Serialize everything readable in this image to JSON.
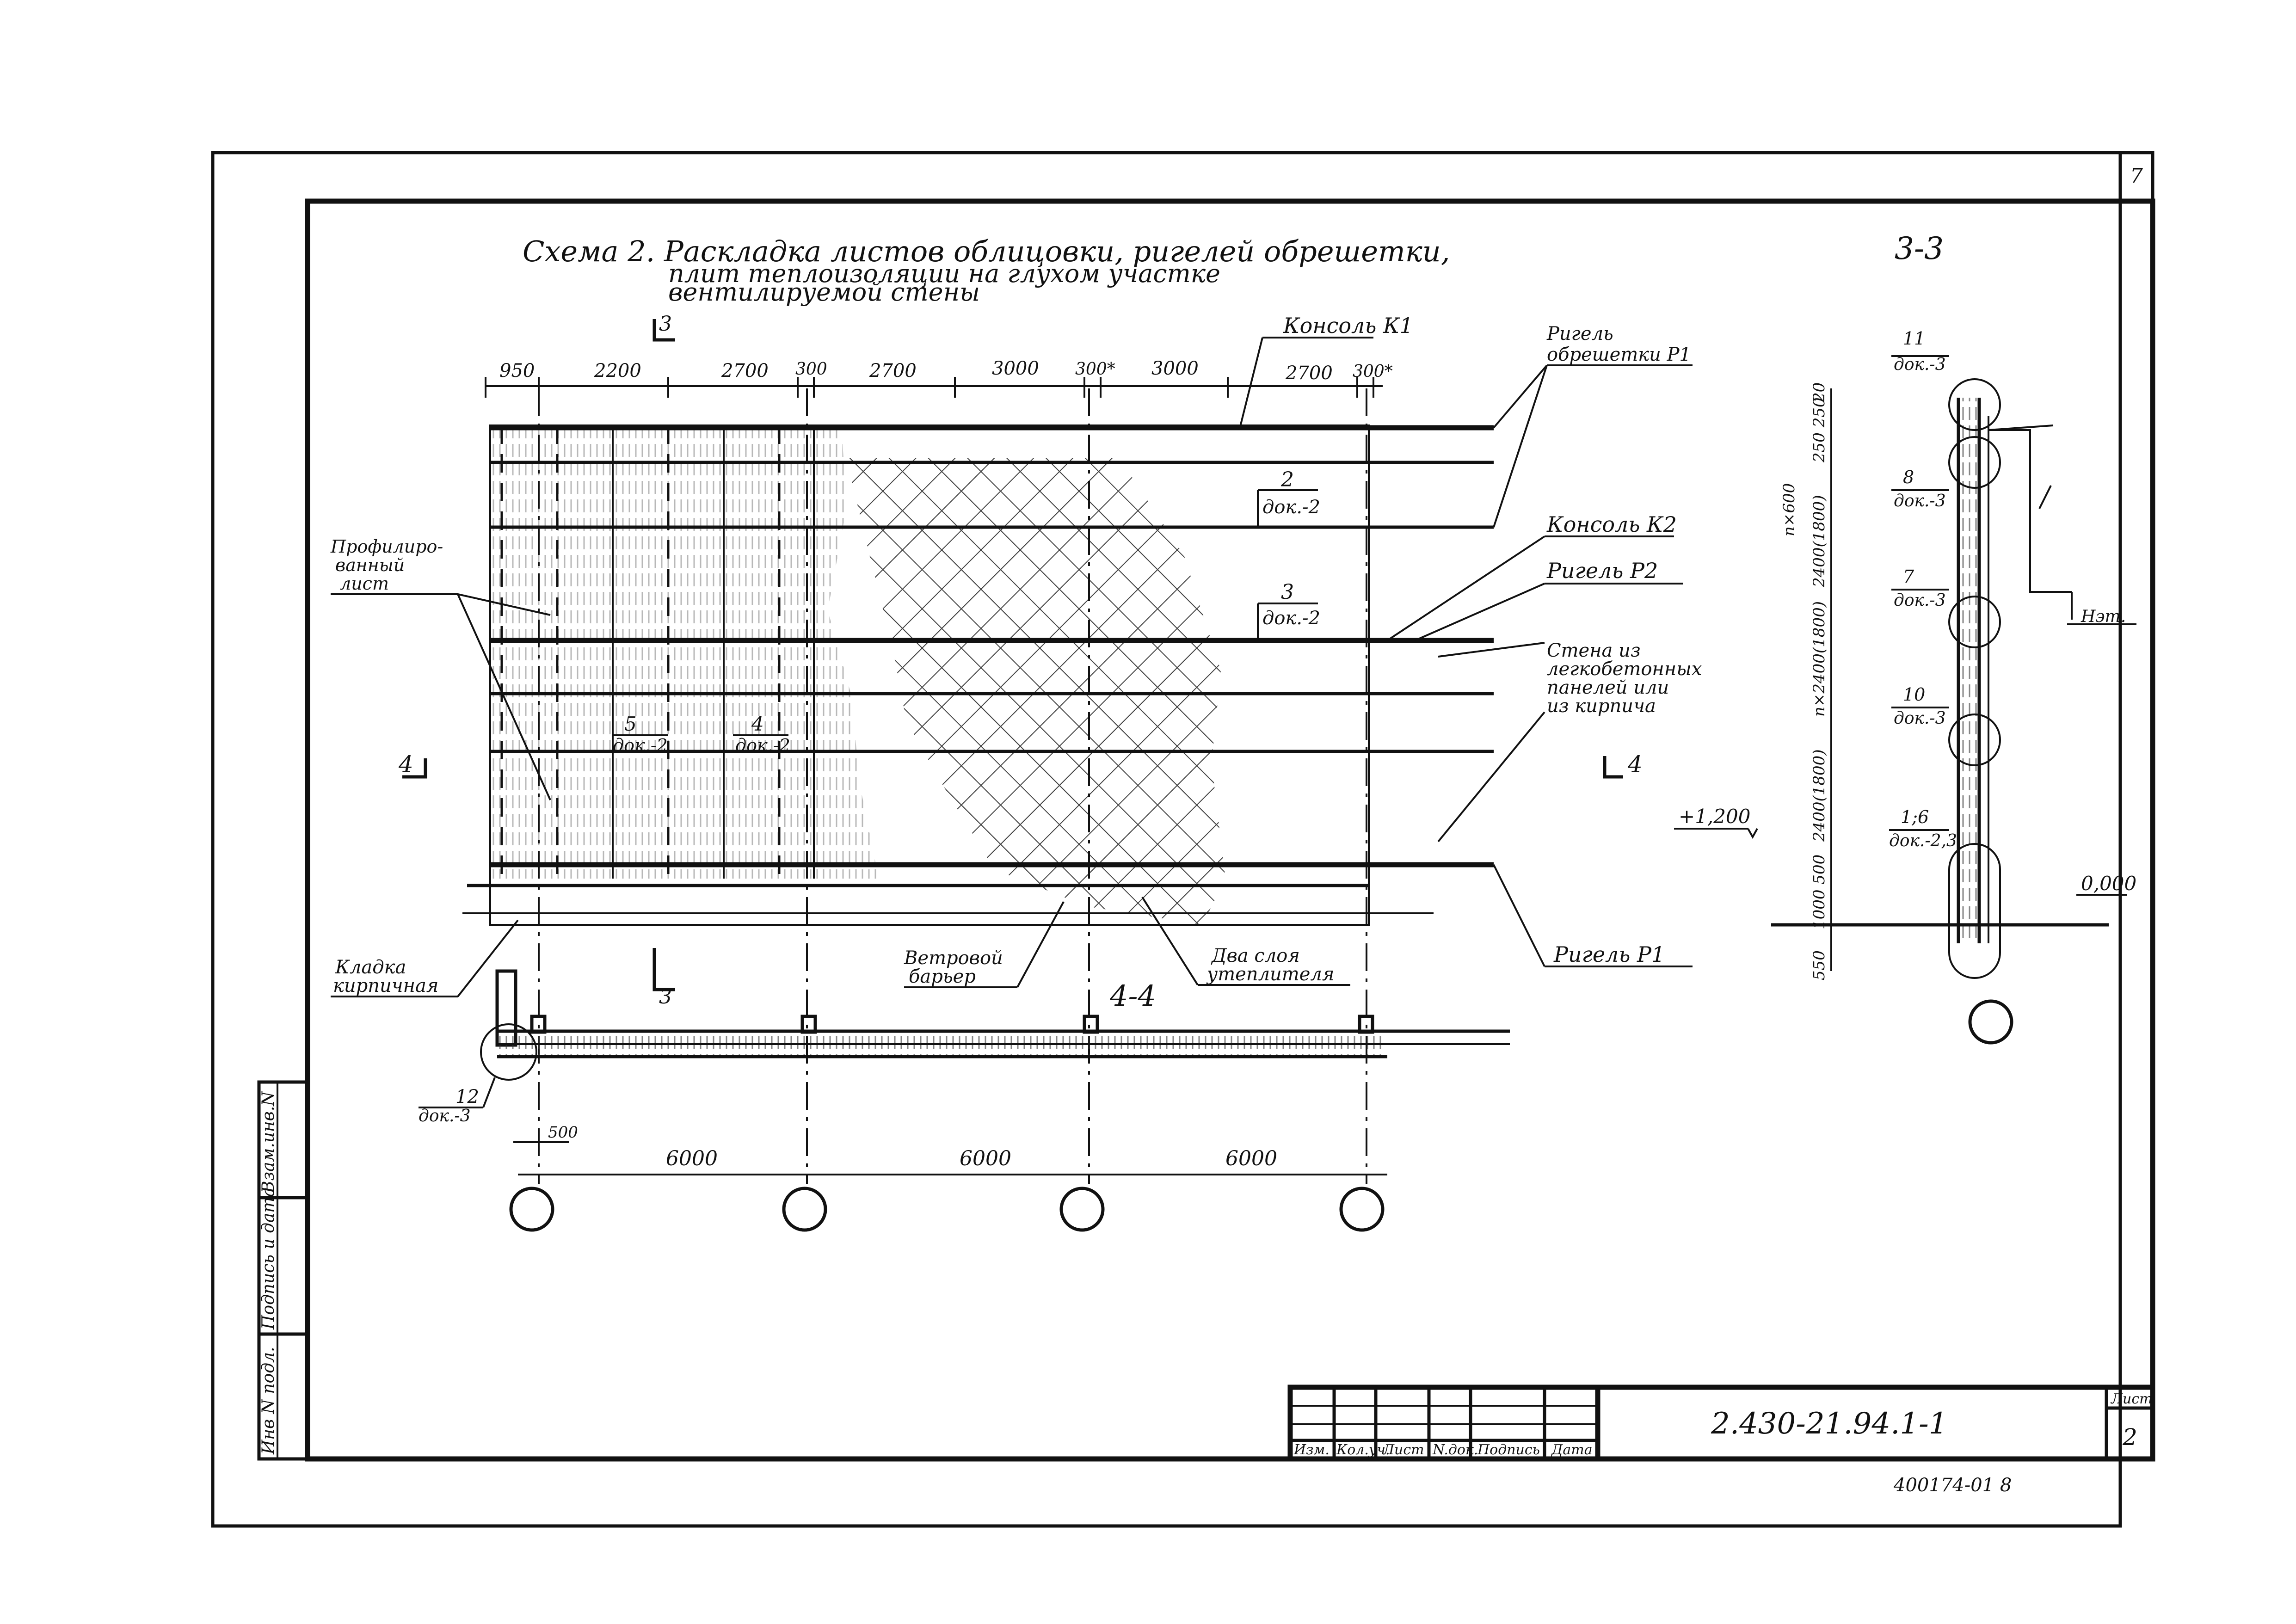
{
  "sheet": {
    "corner_page_number": "7",
    "scheme_title_lines": [
      "Схема 2. Раскладка листов облицовки, ригелей обрешетки,",
      "плит теплоизоляции на глухом участке",
      "вентилируемой стены"
    ],
    "section_title": "3-3",
    "section_4_title": "4-4",
    "side_stamp": {
      "cells": [
        "Взам.инв.N",
        "Подпись и дата",
        "Инв N подл."
      ]
    },
    "title_block": {
      "designation": "2.430-21.94.1-1",
      "sheet_label": "Лист",
      "sheet_number": "2",
      "columns": [
        "Изм.",
        "Кол.уч.",
        "Лист",
        "N.док.",
        "Подпись",
        "Дата"
      ],
      "archive_code": "400174-01  8"
    }
  },
  "elevation": {
    "top_dims": [
      "950",
      "2200",
      "2700",
      "300",
      "2700",
      "3000",
      "300*",
      "3000",
      "2700",
      "300*"
    ],
    "cut_mark_3_top": "3",
    "cut_mark_3_bottom": "3",
    "cut_mark_4_left": "4",
    "cut_mark_4_right": "4",
    "labels": {
      "console_k1": "Консоль К1",
      "rigel_p1_top": [
        "Ригель",
        "обрешетки Р1"
      ],
      "console_k2": "Консоль К2",
      "rigel_p2": "Ригель Р2",
      "wall": [
        "Стена из",
        "легкобетонных",
        "панелей или",
        "из кирпича"
      ],
      "rigel_p1_bottom": "Ригель Р1",
      "profiled_sheets": [
        "Профилиро-",
        "ванный",
        "лист"
      ],
      "brick_masonry": [
        "Кладка",
        "кирпичная"
      ],
      "wind_barrier": [
        "Ветровой",
        "барьер"
      ],
      "two_layers": [
        "Два слоя",
        "утеплителя"
      ]
    },
    "callouts": [
      {
        "num": "2",
        "doc": "док.-2"
      },
      {
        "num": "3",
        "doc": "док.-2"
      },
      {
        "num": "5",
        "doc": "док.-2"
      },
      {
        "num": "4",
        "doc": "док.-2"
      }
    ]
  },
  "plan_4_4": {
    "dims": [
      "6000",
      "6000",
      "6000"
    ],
    "offset_dim": "500",
    "callout": {
      "num": "12",
      "doc": "док.-3"
    }
  },
  "section_3_3": {
    "vertical_dims": [
      "20",
      "250 250",
      "n×600",
      "2400(1800)",
      "n×2400(1800)",
      "2400(1800)",
      "1000 500",
      "550"
    ],
    "callouts": [
      {
        "num": "11",
        "doc": "док.-3"
      },
      {
        "num": "8",
        "doc": "док.-3"
      },
      {
        "num": "7",
        "doc": "док.-3"
      },
      {
        "num": "10",
        "doc": "док.-3"
      },
      {
        "num": "1;6",
        "doc": "док.-2,3"
      }
    ],
    "levels": {
      "plus": "+1,200",
      "zero": "0,000",
      "h_label": "Нэт."
    }
  }
}
